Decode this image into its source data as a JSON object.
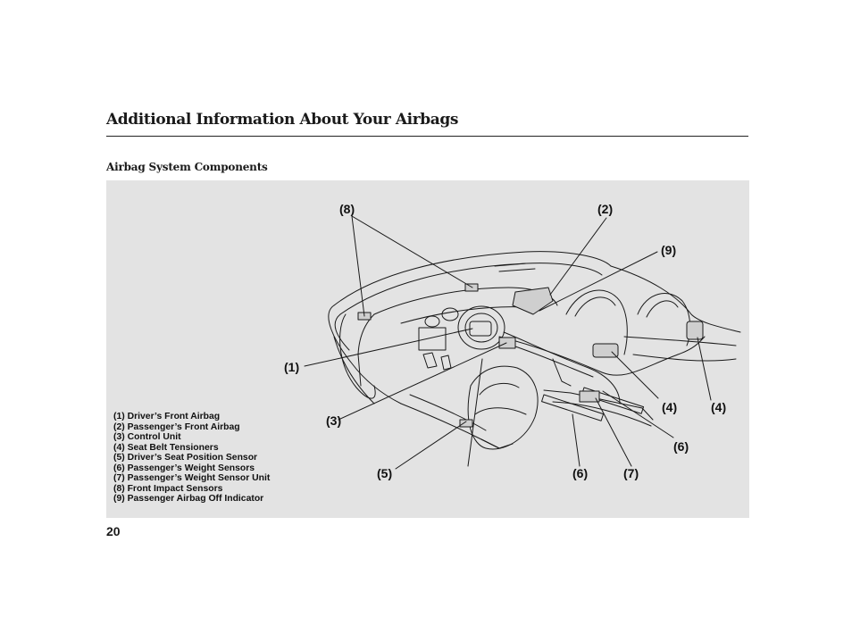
{
  "page": {
    "title": "Additional Information About Your Airbags",
    "section_title": "Airbag System Components",
    "page_number": "20"
  },
  "figure": {
    "callouts": {
      "c1": "(1)",
      "c2": "(2)",
      "c3": "(3)",
      "c4a": "(4)",
      "c4b": "(4)",
      "c5": "(5)",
      "c6a": "(6)",
      "c6b": "(6)",
      "c7": "(7)",
      "c8": "(8)",
      "c9": "(9)"
    },
    "legend": [
      "(1) Driver’s Front Airbag",
      "(2) Passenger’s Front Airbag",
      "(3) Control Unit",
      "(4) Seat Belt Tensioners",
      "(5) Driver’s Seat Position Sensor",
      "(6) Passenger’s Weight Sensors",
      "(7) Passenger’s Weight Sensor Unit",
      "(8) Front Impact Sensors",
      "(9) Passenger Airbag Off Indicator"
    ]
  }
}
